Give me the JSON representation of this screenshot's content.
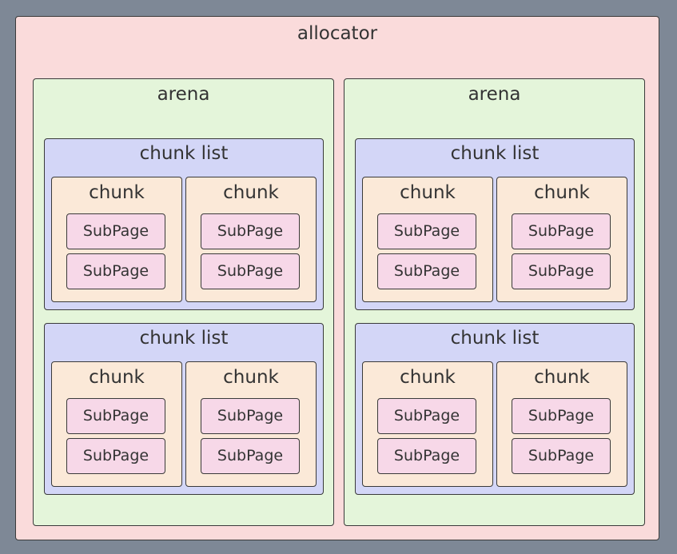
{
  "allocator": {
    "label": "allocator",
    "arenas": [
      {
        "label": "arena",
        "chunk_lists": [
          {
            "label": "chunk list",
            "chunks": [
              {
                "label": "chunk",
                "subpages": [
                  "SubPage",
                  "SubPage"
                ]
              },
              {
                "label": "chunk",
                "subpages": [
                  "SubPage",
                  "SubPage"
                ]
              }
            ]
          },
          {
            "label": "chunk list",
            "chunks": [
              {
                "label": "chunk",
                "subpages": [
                  "SubPage",
                  "SubPage"
                ]
              },
              {
                "label": "chunk",
                "subpages": [
                  "SubPage",
                  "SubPage"
                ]
              }
            ]
          }
        ]
      },
      {
        "label": "arena",
        "chunk_lists": [
          {
            "label": "chunk list",
            "chunks": [
              {
                "label": "chunk",
                "subpages": [
                  "SubPage",
                  "SubPage"
                ]
              },
              {
                "label": "chunk",
                "subpages": [
                  "SubPage",
                  "SubPage"
                ]
              }
            ]
          },
          {
            "label": "chunk list",
            "chunks": [
              {
                "label": "chunk",
                "subpages": [
                  "SubPage",
                  "SubPage"
                ]
              },
              {
                "label": "chunk",
                "subpages": [
                  "SubPage",
                  "SubPage"
                ]
              }
            ]
          }
        ]
      }
    ]
  },
  "colors": {
    "background": "#7e8896",
    "allocator": "#fadbdb",
    "arena": "#e4f5da",
    "chunk_list": "#d3d6f7",
    "chunk": "#fbe9d8",
    "subpage": "#f7d8e8"
  }
}
